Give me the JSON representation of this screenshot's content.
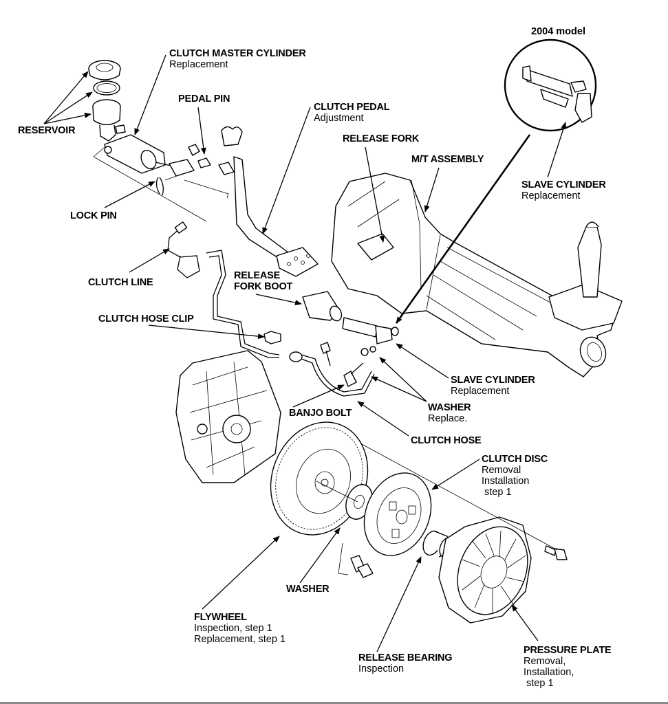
{
  "diagram": {
    "title": "Clutch system exploded view",
    "inset_caption": "2004 model",
    "labels": [
      {
        "id": "reservoir",
        "title": "RESERVOIR",
        "sub": []
      },
      {
        "id": "clutch-master-cylinder",
        "title": "CLUTCH MASTER CYLINDER",
        "sub": [
          "Replacement"
        ]
      },
      {
        "id": "pedal-pin",
        "title": "PEDAL PIN",
        "sub": []
      },
      {
        "id": "clutch-pedal",
        "title": "CLUTCH PEDAL",
        "sub": [
          "Adjustment"
        ]
      },
      {
        "id": "release-fork",
        "title": "RELEASE FORK",
        "sub": []
      },
      {
        "id": "mt-assembly",
        "title": "M/T ASSEMBLY",
        "sub": []
      },
      {
        "id": "slave-cylinder-2004",
        "title": "SLAVE CYLINDER",
        "sub": [
          "Replacement"
        ]
      },
      {
        "id": "lock-pin",
        "title": "LOCK PIN",
        "sub": []
      },
      {
        "id": "clutch-line",
        "title": "CLUTCH LINE",
        "sub": []
      },
      {
        "id": "release-fork-boot",
        "title": "RELEASE FORK BOOT",
        "lines": [
          "RELEASE",
          "FORK BOOT"
        ],
        "sub": []
      },
      {
        "id": "clutch-hose-clip",
        "title": "CLUTCH HOSE CLIP",
        "sub": []
      },
      {
        "id": "slave-cylinder",
        "title": "SLAVE CYLINDER",
        "sub": [
          "Replacement"
        ]
      },
      {
        "id": "washer-replace",
        "title": "WASHER",
        "sub": [
          "Replace."
        ]
      },
      {
        "id": "banjo-bolt",
        "title": "BANJO BOLT",
        "sub": []
      },
      {
        "id": "clutch-hose",
        "title": "CLUTCH HOSE",
        "sub": []
      },
      {
        "id": "clutch-disc",
        "title": "CLUTCH DISC",
        "sub": [
          "Removal",
          "Installation",
          " step 1"
        ]
      },
      {
        "id": "washer",
        "title": "WASHER",
        "sub": []
      },
      {
        "id": "flywheel",
        "title": "FLYWHEEL",
        "sub": [
          "Inspection, step 1",
          "Replacement, step 1"
        ]
      },
      {
        "id": "release-bearing",
        "title": "RELEASE BEARING",
        "sub": [
          "Inspection"
        ]
      },
      {
        "id": "pressure-plate",
        "title": "PRESSURE PLATE",
        "sub": [
          "Removal,",
          "Installation,",
          " step 1"
        ]
      }
    ]
  }
}
